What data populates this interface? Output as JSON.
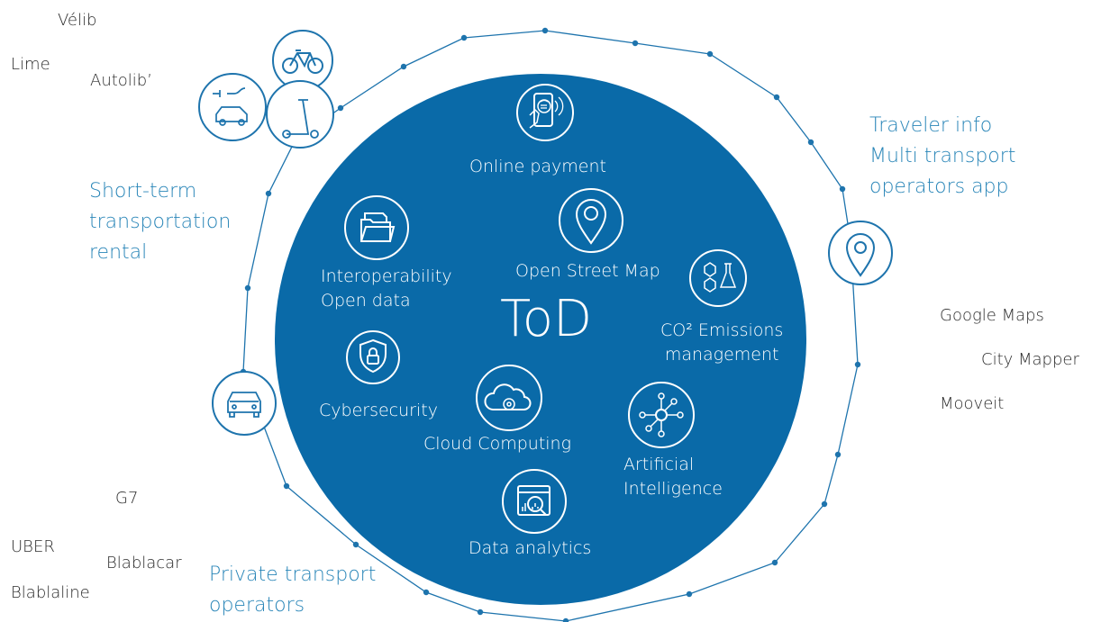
{
  "center": {
    "title": "ToD"
  },
  "inner_nodes": {
    "online_payment": "Online payment",
    "open_street_map": "Open Street Map",
    "interoperability": [
      "Interoperability",
      "Open data"
    ],
    "co2": [
      "CO² Emissions",
      "management"
    ],
    "cybersecurity": "Cybersecurity",
    "cloud_computing": "Cloud Computing",
    "artificial_intelligence": [
      "Artificial",
      "Intelligence"
    ],
    "data_analytics": "Data analytics"
  },
  "outer_groups": {
    "short_term": [
      "Short-term",
      "transportation",
      "rental"
    ],
    "traveler_info": [
      "Traveler info",
      "Multi transport",
      "operators app"
    ],
    "private_transport": [
      "Private transport",
      "operators"
    ]
  },
  "operators": {
    "velib": "Vélib",
    "lime": "Lime",
    "autolib": "Autolib’",
    "google_maps": "Google Maps",
    "city_mapper": "City Mapper",
    "mooveit": "Mooveit",
    "g7": "G7",
    "uber": "UBER",
    "blablacar": "Blablacar",
    "blablaline": "Blablaline"
  },
  "colors": {
    "primary": "#0a6aa8",
    "accent_text": "#2a86b8",
    "outline": "#1e74ad",
    "dark_text": "#2b2b2b",
    "white": "#ffffff"
  }
}
